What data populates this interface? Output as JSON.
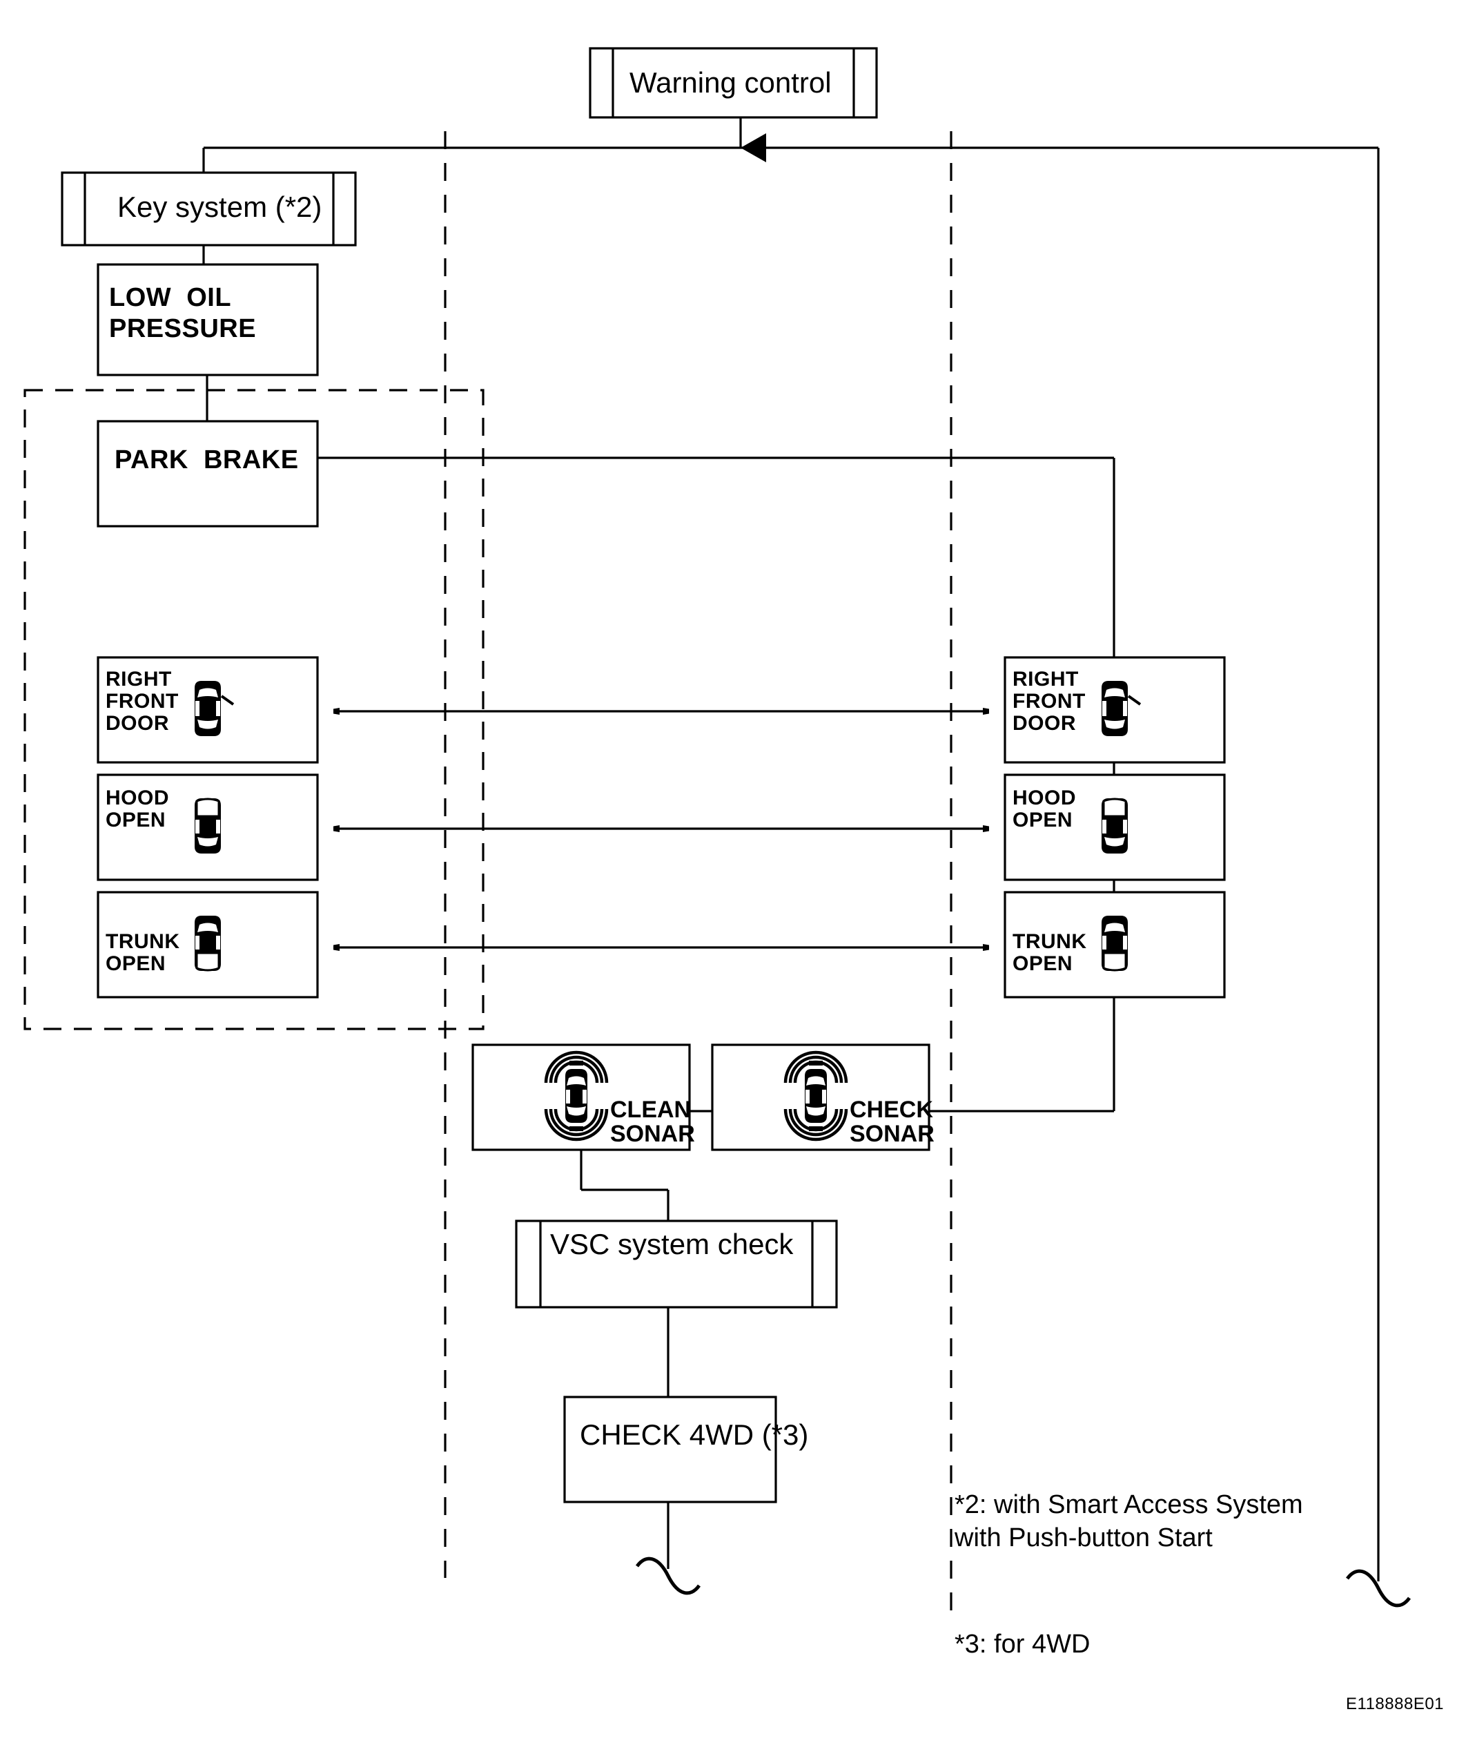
{
  "diagram": {
    "title": "Warning control flowchart",
    "code_label": "E118888E01",
    "nodes": {
      "warning_control": {
        "label": "Warning control",
        "style": "subroutine"
      },
      "key_system": {
        "label": "Key system (*2)",
        "style": "subroutine"
      },
      "low_oil_pressure": {
        "label": "LOW  OIL\nPRESSURE",
        "line1": "LOW  OIL",
        "line2": "PRESSURE",
        "style": "process"
      },
      "park_brake": {
        "label": "PARK  BRAKE",
        "style": "process"
      },
      "right_front_door_left": {
        "label": "RIGHT\nFRONT\nDOOR",
        "line1": "RIGHT",
        "line2": "FRONT",
        "line3": "DOOR",
        "icon": "car-door-open-icon"
      },
      "hood_open_left": {
        "label": "HOOD\nOPEN",
        "line1": "HOOD",
        "line2": "OPEN",
        "icon": "car-hood-open-icon"
      },
      "trunk_open_left": {
        "label": "TRUNK\nOPEN",
        "line1": "TRUNK",
        "line2": "OPEN",
        "icon": "car-trunk-open-icon"
      },
      "right_front_door_right": {
        "label": "RIGHT\nFRONT\nDOOR",
        "line1": "RIGHT",
        "line2": "FRONT",
        "line3": "DOOR",
        "icon": "car-door-open-icon"
      },
      "hood_open_right": {
        "label": "HOOD\nOPEN",
        "line1": "HOOD",
        "line2": "OPEN",
        "icon": "car-hood-open-icon"
      },
      "trunk_open_right": {
        "label": "TRUNK\nOPEN",
        "line1": "TRUNK",
        "line2": "OPEN",
        "icon": "car-trunk-open-icon"
      },
      "clean_sonar": {
        "label": "CLEAN\nSONAR",
        "line1": "CLEAN",
        "line2": "SONAR",
        "icon": "car-sonar-icon"
      },
      "check_sonar": {
        "label": "CHECK\nSONAR",
        "line1": "CHECK",
        "line2": "SONAR",
        "icon": "car-sonar-icon"
      },
      "vsc_system_check": {
        "label": "VSC system check",
        "style": "subroutine"
      },
      "check_4wd": {
        "label": "CHECK 4WD (*3)",
        "style": "process"
      }
    },
    "footnotes": [
      {
        "id": "note-2",
        "line1": "*2: with Smart Access System",
        "line2": "with Push-button Start"
      },
      {
        "id": "note-3",
        "line1": "*3: for 4WD"
      }
    ],
    "colors": {
      "stroke": "#000000",
      "fill": "#ffffff",
      "background": "#ffffff"
    }
  }
}
